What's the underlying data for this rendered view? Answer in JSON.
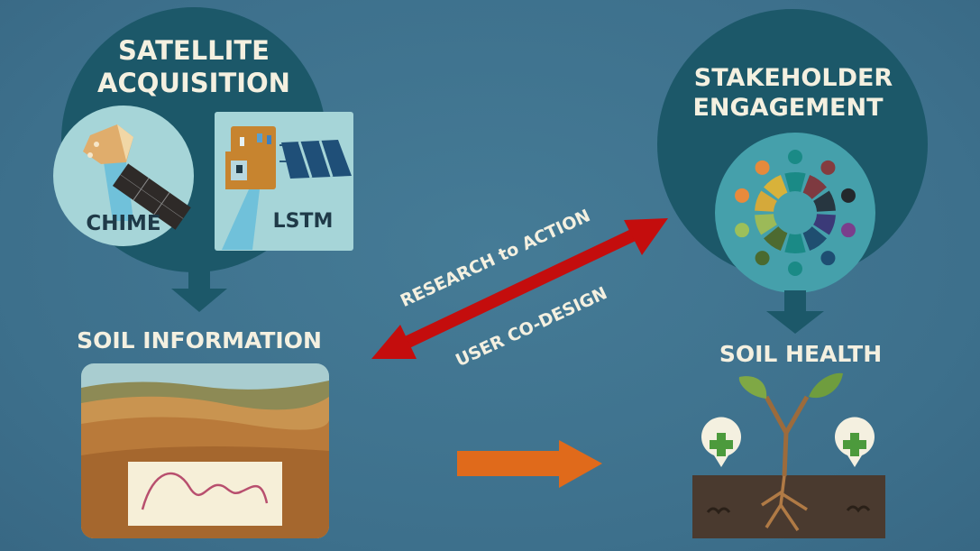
{
  "satellite": {
    "title_line1": "SATELLITE",
    "title_line2": "ACQUISITION",
    "chime_label": "CHIME",
    "lstm_label": "LSTM"
  },
  "soil_information": {
    "title": "SOIL INFORMATION"
  },
  "stakeholder": {
    "title_line1": "STAKEHOLDER",
    "title_line2": "ENGAGEMENT"
  },
  "soil_health": {
    "title": "SOIL HEALTH"
  },
  "link": {
    "label_top": "RESEARCH to ACTION",
    "label_bottom": "USER CO-DESIGN"
  },
  "colors": {
    "background": "#40738f",
    "dark_circle": "#1c5869",
    "link_arrow": "#c40d0d",
    "flow_arrow": "#e06a1b",
    "text": "#f4f0e0"
  },
  "icons": [
    "chime-satellite-icon",
    "lstm-satellite-icon",
    "landscape-icon",
    "stakeholder-wheel-icon",
    "plant-icon",
    "plus-pin-icon"
  ]
}
